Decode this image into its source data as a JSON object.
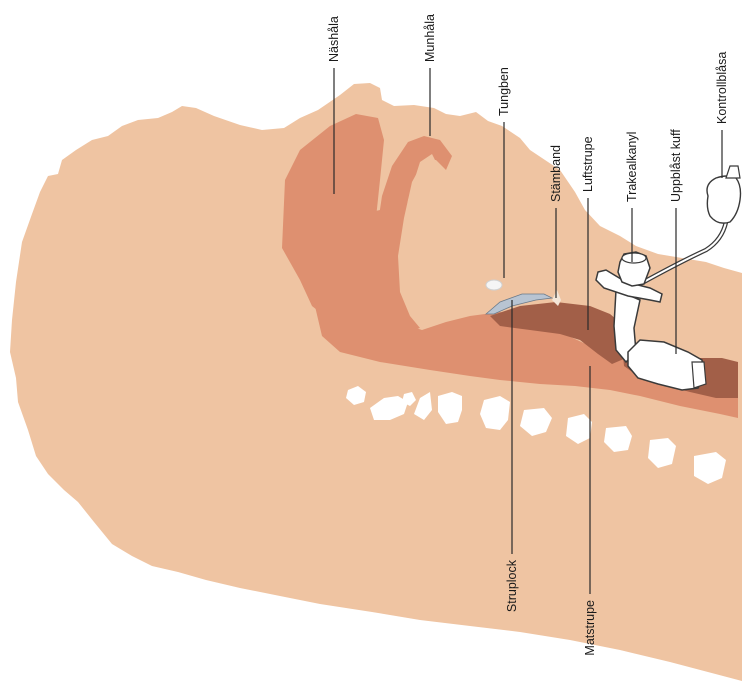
{
  "labels": {
    "nashala": "Näshåla",
    "munhala": "Munhåla",
    "tungben": "Tungben",
    "stamband": "Stämband",
    "luftstrupe": "Luftstrupe",
    "trakealkanyl": "Trakealkanyl",
    "uppblast_kuff": "Uppblåst kuff",
    "kontrollblasa": "Kontrollblåsa",
    "struplock": "Struplock",
    "matstrupe": "Matstrupe"
  },
  "colors": {
    "skin": "#EFC4A2",
    "cavity": "#DE9070",
    "airway_dark": "#A25F48",
    "bone": "#FFFFFF",
    "tube": "#FFFFFF",
    "tube_stroke": "#3A3A3A"
  }
}
